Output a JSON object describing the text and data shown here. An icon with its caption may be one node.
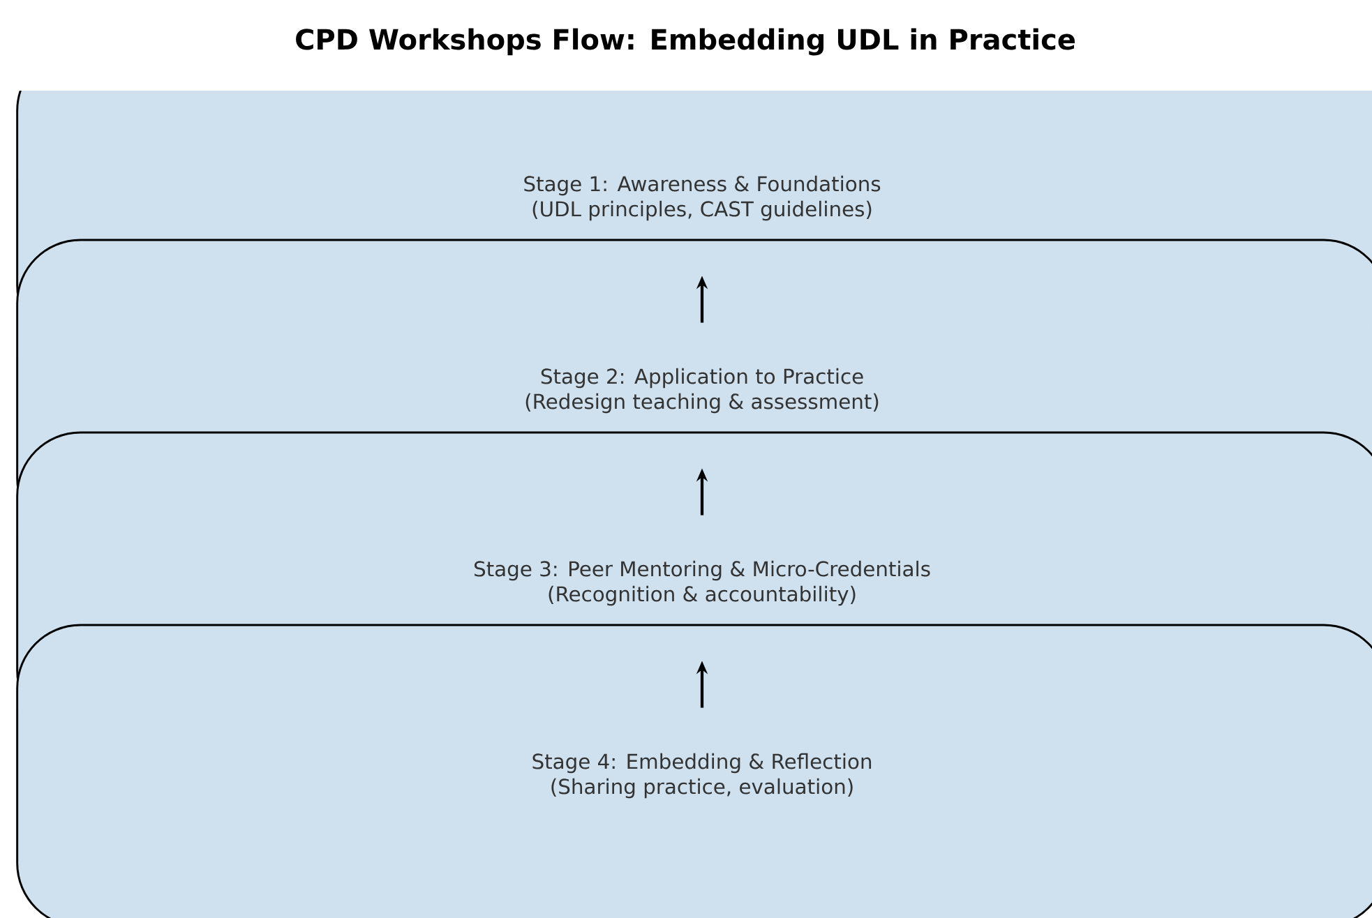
{
  "diagram": {
    "title": "CPD Workshops Flow: Embedding UDL in Practice",
    "nodes": [
      {
        "text": [
          "Stage 1: Awareness & Foundations",
          "(UDL principles, CAST guidelines)"
        ]
      },
      {
        "text": [
          "Stage 2: Application to Practice",
          "(Redesign teaching & assessment)"
        ]
      },
      {
        "text": [
          "Stage 3: Peer Mentoring & Micro-Credentials",
          "(Recognition & accountability)"
        ]
      },
      {
        "text": [
          "Stage 4: Embedding & Reflection",
          "(Sharing practice, evaluation)"
        ]
      }
    ],
    "edges": [
      {
        "from": 1,
        "to": 0,
        "arrow": "to"
      },
      {
        "from": 2,
        "to": 1,
        "arrow": "to"
      },
      {
        "from": 3,
        "to": 2,
        "arrow": "to"
      }
    ]
  }
}
